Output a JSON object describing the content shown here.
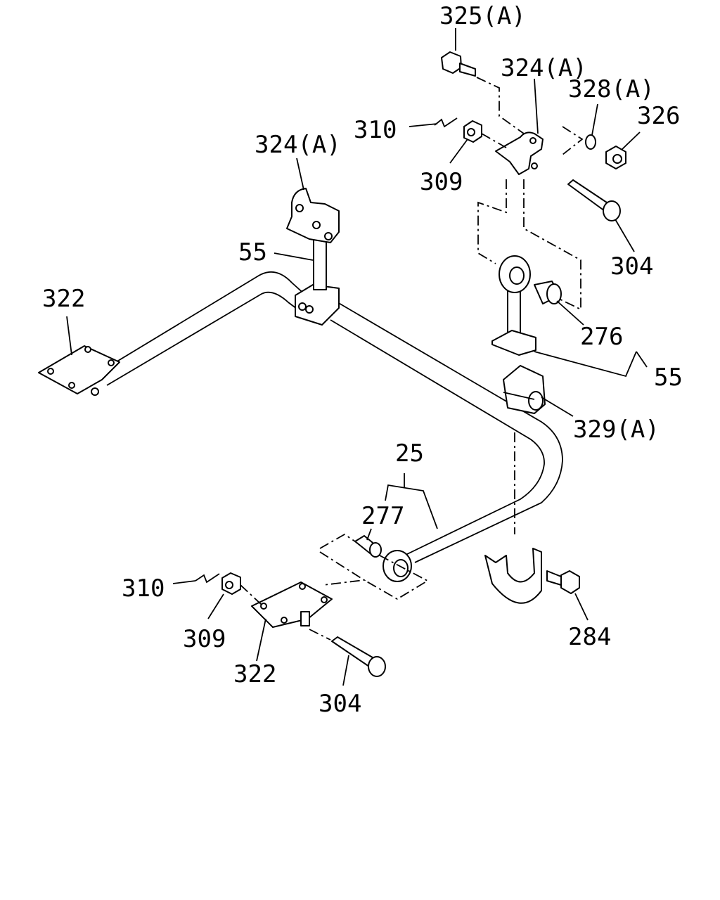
{
  "callouts": [
    {
      "id": "c325a",
      "text": "325(A)"
    },
    {
      "id": "c324a_top",
      "text": "324(A)"
    },
    {
      "id": "c328a",
      "text": "328(A)"
    },
    {
      "id": "c326",
      "text": "326"
    },
    {
      "id": "c310_top",
      "text": "310"
    },
    {
      "id": "c309_top",
      "text": "309"
    },
    {
      "id": "c324a_left",
      "text": "324(A)"
    },
    {
      "id": "c304_top",
      "text": "304"
    },
    {
      "id": "c55_left",
      "text": "55"
    },
    {
      "id": "c322_left",
      "text": "322"
    },
    {
      "id": "c276",
      "text": "276"
    },
    {
      "id": "c55_right",
      "text": "55"
    },
    {
      "id": "c329a",
      "text": "329(A)"
    },
    {
      "id": "c25",
      "text": "25"
    },
    {
      "id": "c277",
      "text": "277"
    },
    {
      "id": "c310_bot",
      "text": "310"
    },
    {
      "id": "c309_bot",
      "text": "309"
    },
    {
      "id": "c322_bot",
      "text": "322"
    },
    {
      "id": "c284",
      "text": "284"
    },
    {
      "id": "c304_bot",
      "text": "304"
    }
  ]
}
